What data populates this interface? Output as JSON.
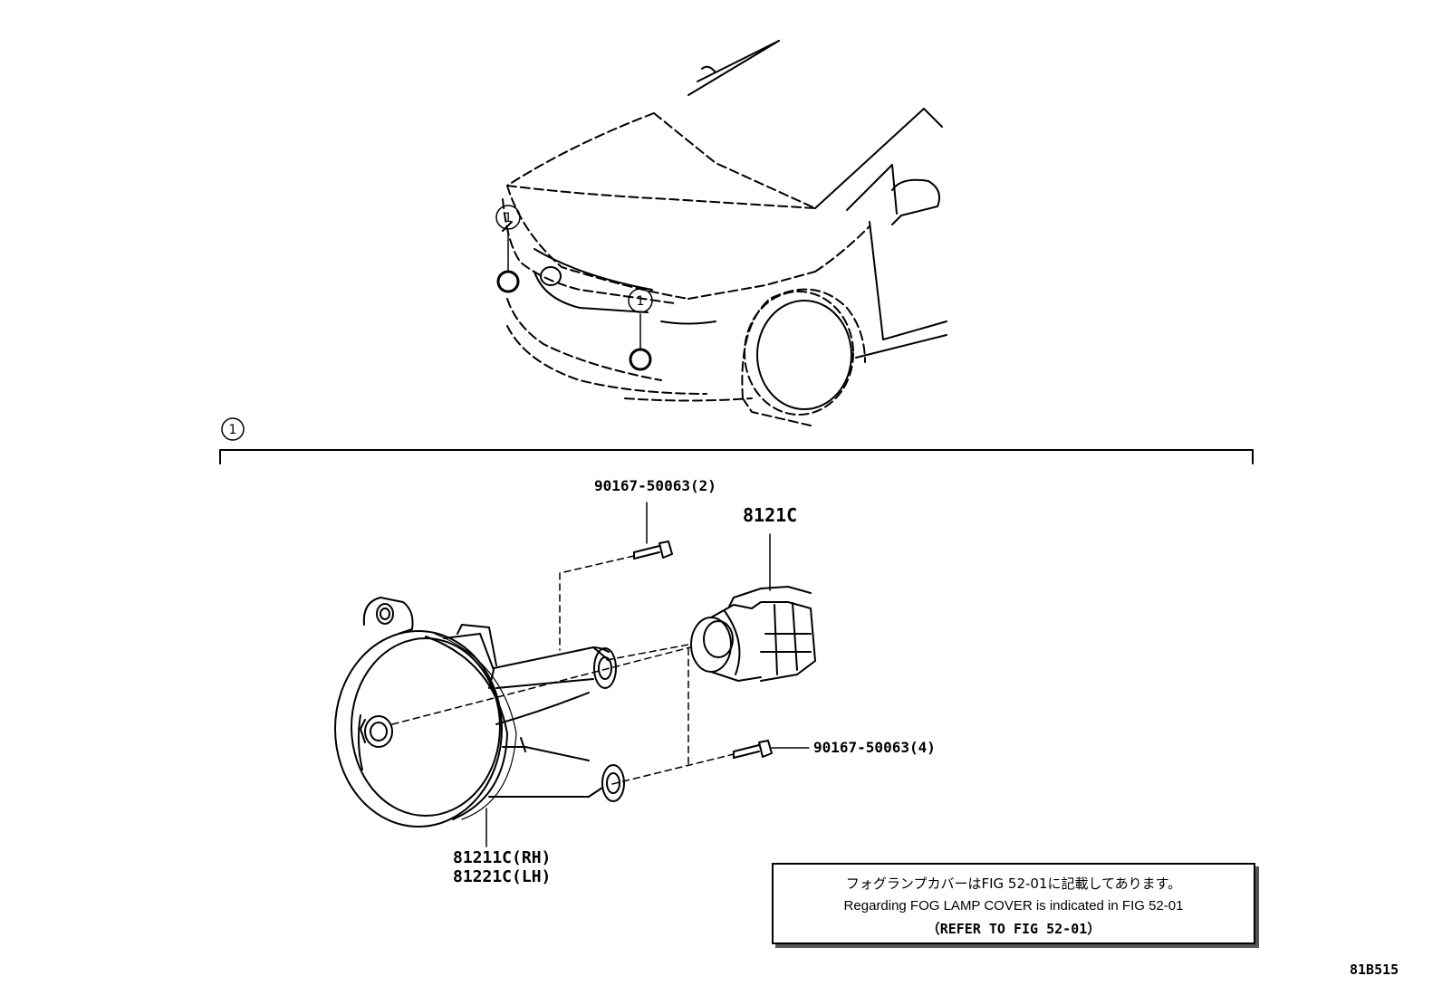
{
  "callout_number": "1",
  "parts": {
    "bolt_top": "90167-50063(2)",
    "bolt_bottom": "90167-50063(4)",
    "bulb": "8121C",
    "lamp_rh": "81211C(RH)",
    "lamp_lh": "81221C(LH)"
  },
  "note": {
    "line1": "フォグランプカバーはFIG 52-01に記載してあります。",
    "line2": "Regarding FOG LAMP COVER is indicated in FIG 52-01",
    "line3": "（REFER TO FIG 52-01）"
  },
  "figure_code": "81B515"
}
